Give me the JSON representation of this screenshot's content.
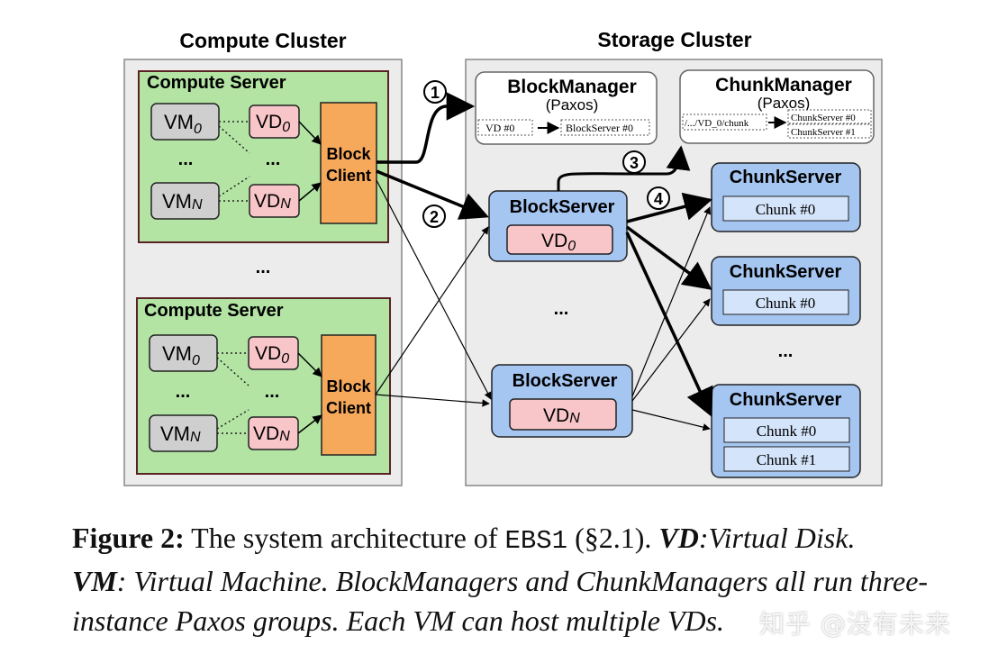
{
  "diagram": {
    "compute_cluster_title": "Compute Cluster",
    "storage_cluster_title": "Storage Cluster",
    "compute_server_label": "Compute Server",
    "vm0_main": "VM",
    "vm0_sub": "0",
    "vmN_main": "VM",
    "vmN_sub": "N",
    "vd0_main": "VD",
    "vd0_sub": "0",
    "vdN_main": "VD",
    "vdN_sub": "N",
    "ellipsis": "...",
    "block_client_line1": "Block",
    "block_client_line2": "Client",
    "block_manager_title": "BlockManager",
    "block_manager_paxos": "(Paxos)",
    "block_manager_key": "VD  #0",
    "block_manager_value": "BlockServer  #0",
    "chunk_manager_title": "ChunkManager",
    "chunk_manager_paxos": "(Paxos)",
    "chunk_manager_key": "/.../VD_0/chunk",
    "chunk_manager_value1": "ChunkServer #0",
    "chunk_manager_value2": "ChunkServer #1",
    "block_server_label": "BlockServer",
    "chunk_server_label": "ChunkServer",
    "chunk0_label": "Chunk #0",
    "chunk1_label": "Chunk #1",
    "step1": "1",
    "step2": "2",
    "step3": "3",
    "step4": "4"
  },
  "caption": {
    "fig_label": "Figure 2:",
    "t1": " The system architecture of ",
    "system_name": "EBS1",
    "t2": " (§2.1). ",
    "vd_abbr": "VD",
    "vd_def": ":Virtual Disk.",
    "vm_abbr": "VM",
    "t3": ": Virtual Machine. BlockManagers and ChunkManagers all run three-instance Paxos groups. Each VM can host multiple VDs."
  },
  "watermark": "知乎 @没有未来",
  "colors": {
    "cluster_bg": "#ececec",
    "server_green": "#b3e4a4",
    "block_client": "#f7a95b",
    "vm_gray": "#cfcfcf",
    "vd_pink": "#f8c6c9",
    "server_blue": "#a6c6f2",
    "chunk_box": "#d4e4fa"
  }
}
